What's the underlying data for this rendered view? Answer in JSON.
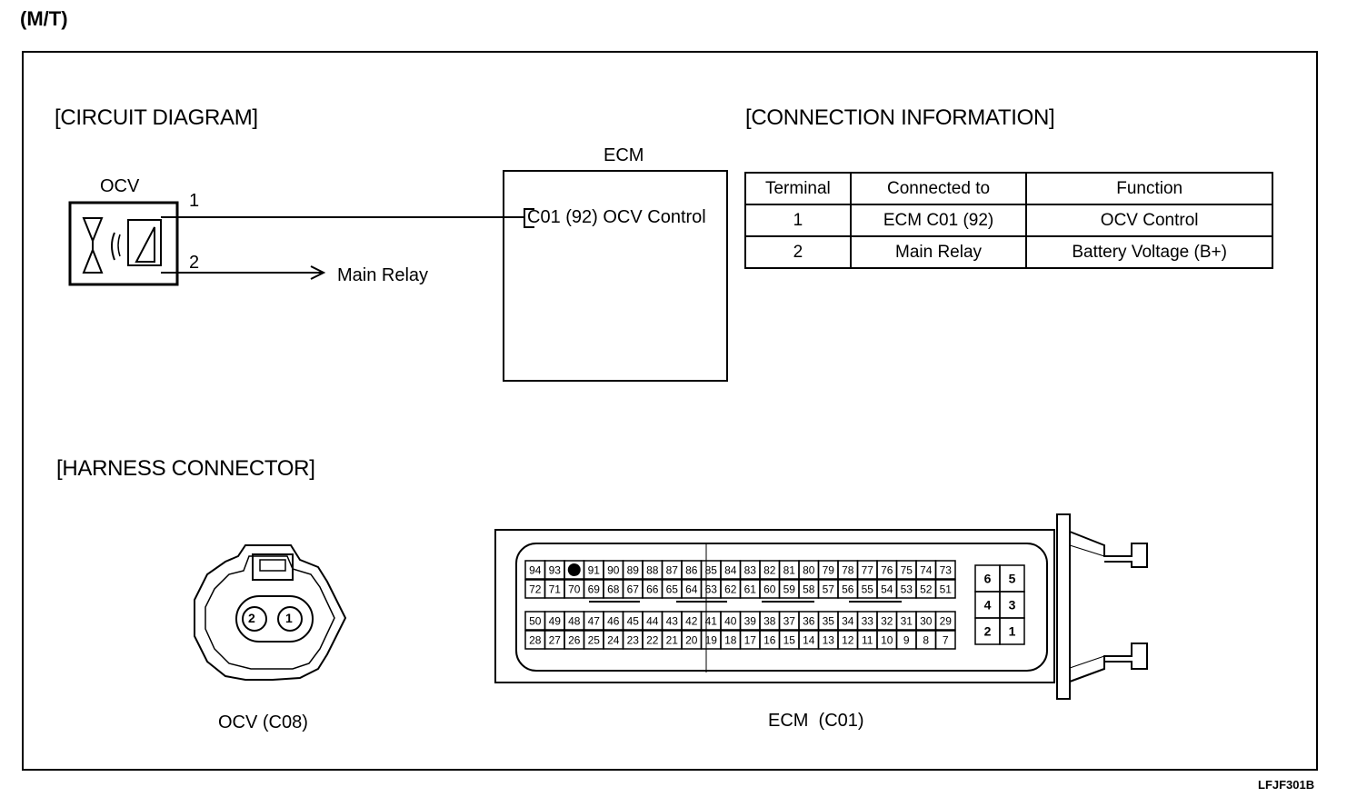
{
  "header": {
    "variant": "(M/T)"
  },
  "footer": {
    "code": "LFJF301B"
  },
  "sections": {
    "circuit": "[CIRCUIT DIAGRAM]",
    "connection": "[CONNECTION INFORMATION]",
    "harness": "[HARNESS CONNECTOR]"
  },
  "circuit": {
    "ocv_label": "OCV",
    "ecm_label": "ECM",
    "pin1": "1",
    "pin2": "2",
    "ecm_pin_text": "C01 (92) OCV Control",
    "main_relay": "Main Relay"
  },
  "table": {
    "headers": [
      "Terminal",
      "Connected to",
      "Function"
    ],
    "rows": [
      [
        "1",
        "ECM C01 (92)",
        "OCV Control"
      ],
      [
        "2",
        "Main Relay",
        "Battery Voltage (B+)"
      ]
    ]
  },
  "harness": {
    "ocv_caption": "OCV (C08)",
    "ecm_caption": "ECM  (C01)",
    "ocv_pins": [
      "2",
      "1"
    ],
    "ecm_row1": [
      "94",
      "93",
      "",
      "91",
      "90",
      "89",
      "88",
      "87",
      "86",
      "85",
      "84",
      "83",
      "82",
      "81",
      "80",
      "79",
      "78",
      "77",
      "76",
      "75",
      "74",
      "73"
    ],
    "ecm_row2": [
      "72",
      "71",
      "70",
      "69",
      "68",
      "67",
      "66",
      "65",
      "64",
      "63",
      "62",
      "61",
      "60",
      "59",
      "58",
      "57",
      "56",
      "55",
      "54",
      "53",
      "52",
      "51"
    ],
    "ecm_row3": [
      "50",
      "49",
      "48",
      "47",
      "46",
      "45",
      "44",
      "43",
      "42",
      "41",
      "40",
      "39",
      "38",
      "37",
      "36",
      "35",
      "34",
      "33",
      "32",
      "31",
      "30",
      "29"
    ],
    "ecm_row4": [
      "28",
      "27",
      "26",
      "25",
      "24",
      "23",
      "22",
      "21",
      "20",
      "19",
      "18",
      "17",
      "16",
      "15",
      "14",
      "13",
      "12",
      "11",
      "10",
      "9",
      "8",
      "7"
    ],
    "small_block": [
      [
        "6",
        "5"
      ],
      [
        "4",
        "3"
      ],
      [
        "2",
        "1"
      ]
    ]
  }
}
